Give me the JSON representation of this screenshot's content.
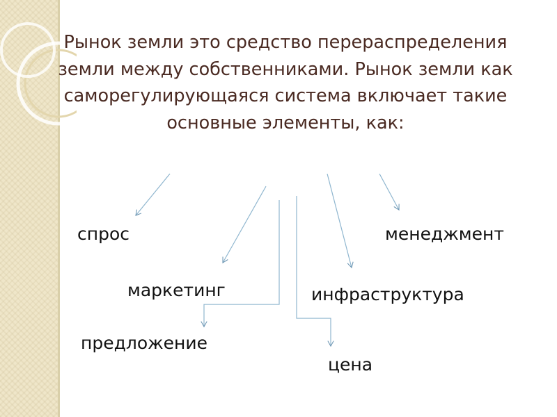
{
  "slide": {
    "title": "Рынок земли это средство перераспределения  земли между собственниками. Рынок земли как саморегулирующаяся система включает такие основные элементы, как:",
    "elements": {
      "demand": "спрос",
      "management": "менеджмент",
      "marketing": "маркетинг",
      "infrastructure": "инфраструктура",
      "supply": "предложение",
      "price": "цена"
    }
  },
  "colors": {
    "title": "#4a2a22",
    "labels": "#111111",
    "arrows": "#8fb6cf",
    "side_strip": "#efe6c9"
  }
}
